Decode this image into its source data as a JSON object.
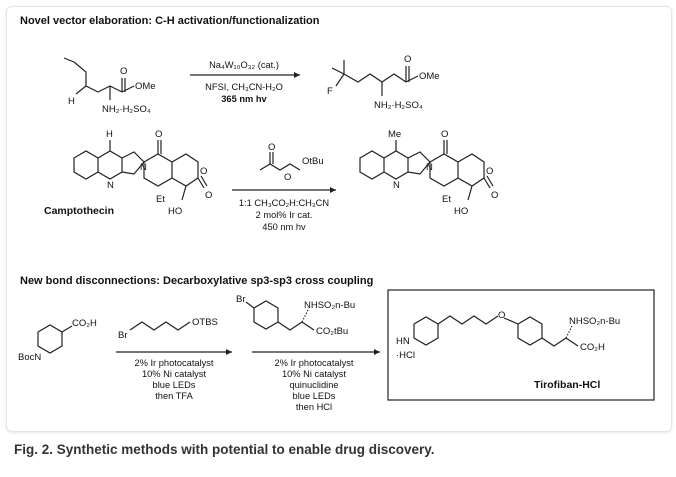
{
  "sections": {
    "top_title": "Novel vector elaboration:  C-H activation/functionalization",
    "bottom_title": "New bond disconnections:  Decarboxylative sp3-sp3 cross coupling"
  },
  "reaction1": {
    "sm": {
      "h": "H",
      "ester": "OMe",
      "o": "O",
      "amine": "NH₂·H₂SO₄"
    },
    "product": {
      "f": "F",
      "ester": "OMe",
      "o": "O",
      "amine": "NH₂·H₂SO₄"
    },
    "conditions": [
      "Na₄W₁₀O₃₂ (cat.)",
      "NFSI, CH₃CN-H₂O",
      "365 nm hv"
    ]
  },
  "reaction2": {
    "sm_name": "Camptothecin",
    "sm": {
      "h": "H",
      "n1": "N",
      "n2": "N",
      "o_ketone": "O",
      "o_ring": "O",
      "o_carbonyl": "O",
      "et": "Et",
      "ho": "HO"
    },
    "reagent": {
      "o": "O",
      "otbu": "OtBu",
      "o2": "O"
    },
    "conditions": [
      "1:1 CH₃CO₂H:CH₃CN",
      "2 mol% Ir cat.",
      "450 nm hv"
    ],
    "product": {
      "me": "Me",
      "n1": "N",
      "n2": "N",
      "o_ketone": "O",
      "o_ring": "O",
      "o_carbonyl": "O",
      "et": "Et",
      "ho": "HO"
    }
  },
  "reaction3": {
    "sm1": {
      "acid": "CO₂H",
      "boc": "BocN"
    },
    "sm2": {
      "br": "Br",
      "otbs": "OTBS"
    },
    "step1_conditions": [
      "2% Ir photocatalyst",
      "10% Ni catalyst",
      "blue LEDs",
      "then TFA"
    ],
    "sm3": {
      "br": "Br",
      "nh": "NHSO₂n-Bu",
      "ester": "CO₂tBu"
    },
    "step2_conditions": [
      "2% Ir photocatalyst",
      "10% Ni catalyst",
      "quinuclidine",
      "blue LEDs",
      "then HCl"
    ],
    "product": {
      "hn": "HN",
      "hcl": "·HCl",
      "o": "O",
      "nh": "NHSO₂n-Bu",
      "acid": "CO₂H",
      "name": "Tirofiban-HCl"
    }
  },
  "caption": "Fig. 2. Synthetic methods with potential to enable drug discovery."
}
